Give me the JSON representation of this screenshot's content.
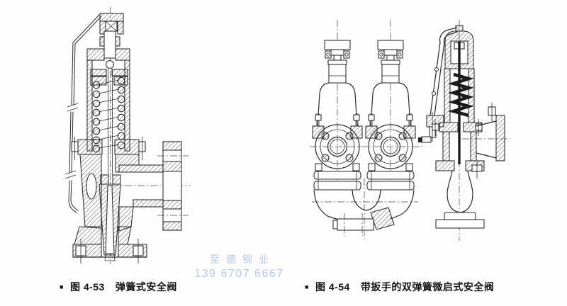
{
  "watermark": {
    "line1": "至德钢业",
    "line2": "139 6707 6667"
  },
  "figures": [
    {
      "bullet": "■",
      "label": "图 4-53",
      "title": "弹簧式安全阀"
    },
    {
      "bullet": "■",
      "label": "图 4-54",
      "title": "带扳手的双弹簧微启式安全阀"
    }
  ],
  "drawing": {
    "line_color": "#2a2a2a",
    "background": "#fdfdfb",
    "watermark_color": "#b5c4ea"
  }
}
